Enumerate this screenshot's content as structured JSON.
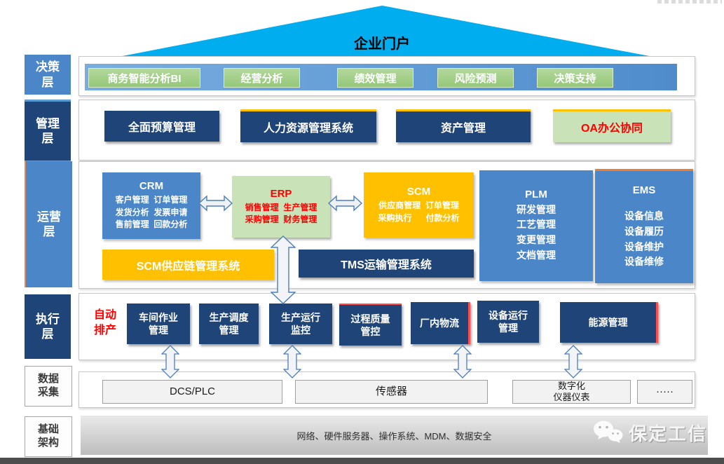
{
  "portal": {
    "title": "企业门户"
  },
  "layer_labels": {
    "decision": "决策\n层",
    "management": "管理\n层",
    "operation": "运营\n层",
    "execution": "执行\n层",
    "data_collection": "数据\n采集",
    "infrastructure": "基础\n架构"
  },
  "decision": {
    "items": [
      "商务智能分析BI",
      "经营分析",
      "绩效管理",
      "风险预测",
      "决策支持"
    ]
  },
  "management": {
    "items": [
      "全面预算管理",
      "人力资源管理系统",
      "资产管理",
      "OA办公协同"
    ]
  },
  "operation": {
    "crm": {
      "title": "CRM",
      "lines": [
        "客户管理  订单管理",
        "发货分析  发票申请",
        "售前管理  回款分析"
      ]
    },
    "erp": {
      "title": "ERP",
      "lines": [
        "销售管理  生产管理",
        "采购管理  财务管理"
      ]
    },
    "scm": {
      "title": "SCM",
      "lines": [
        "供应商管理  订单管理",
        "采购执行      付款分析"
      ]
    },
    "plm": {
      "title": "PLM",
      "lines": [
        "研发管理",
        "工艺管理",
        "变更管理",
        "文档管理"
      ]
    },
    "ems": {
      "title": "EMS",
      "lines": [
        "设备信息",
        "设备履历",
        "设备维护",
        "设备维修"
      ]
    },
    "scm_system": "SCM供应链管理系统",
    "tms_system": "TMS运输管理系统"
  },
  "execution": {
    "auto": "自动\n排产",
    "items": [
      "车间作业\n管理",
      "生产调度\n管理",
      "生产运行\n监控",
      "过程质量\n管控",
      "厂内物流",
      "设备运行\n管理",
      "能源管理"
    ]
  },
  "data_collection": {
    "items": [
      "DCS/PLC",
      "传感器",
      "数字化\n仪器仪表",
      "·····"
    ]
  },
  "infrastructure": {
    "text": "网络、硬件服务器、操作系统、MDM、数据安全"
  },
  "logo": {
    "name": "保定工信"
  },
  "colors": {
    "triangle": "#00aeef",
    "navy": "#1f4477",
    "blue": "#4a86c8",
    "orange": "#ffc000",
    "green_box": "#c9e2b8",
    "green_button": "#94c878",
    "red_text": "#ff0000",
    "strip_blue": "#5b96d2"
  }
}
